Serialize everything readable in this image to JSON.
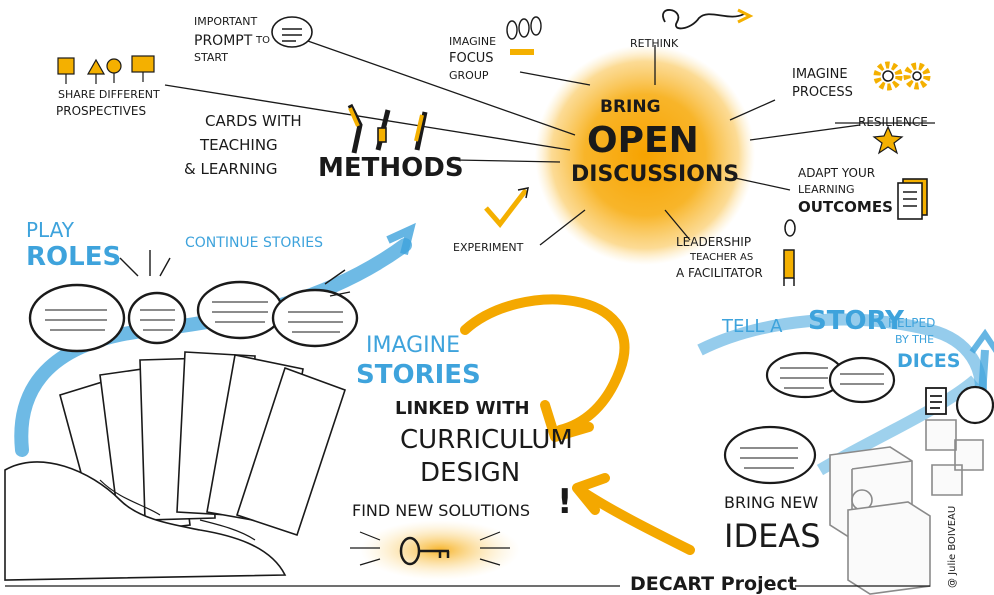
{
  "center": {
    "bring": "BRING",
    "open": "OPEN",
    "discussions": "DISCUSSIONS"
  },
  "spokes": {
    "important_prompt": [
      "IMPORTANT",
      "PROMPT",
      "TO",
      "START"
    ],
    "share": [
      "SHARE DIFFERENT",
      "PROSPECTIVES"
    ],
    "imagine_focus": [
      "IMAGINE",
      "FOCUS",
      "GROUP"
    ],
    "rethink": "RETHINK",
    "imagine_process": [
      "IMAGINE",
      "PROCESS"
    ],
    "resilience": "RESILIENCE",
    "adapt": [
      "ADAPT YOUR",
      "LEARNING",
      "OUTCOMES"
    ],
    "leadership": [
      "LEADERSHIP",
      "TEACHER AS",
      "A FACILITATOR"
    ],
    "experiment": "EXPERIMENT",
    "cards": [
      "CARDS WITH",
      "TEACHING",
      "& LEARNING",
      "METHODS"
    ]
  },
  "left": {
    "play": "PLAY",
    "roles": "ROLES",
    "continue": "CONTINUE STORIES"
  },
  "middle": {
    "imagine": "IMAGINE",
    "stories": "STORIES",
    "linked": "LINKED WITH",
    "curriculum": "CURRICULUM",
    "design": "DESIGN",
    "find": "FIND NEW SOLUTIONS",
    "exclaim": "!"
  },
  "right": {
    "tell": "TELL A",
    "story": "STORY",
    "helped": "HELPED",
    "by_the": "BY THE",
    "dices": "DICES",
    "bring_new": "BRING NEW",
    "ideas": "IDEAS"
  },
  "footer": {
    "project": "DECART Project",
    "signature": "@ Julie BOIVEAU"
  },
  "colors": {
    "blue": "#3ea3dc",
    "orange": "#f5a800",
    "ink": "#1a1a1a"
  }
}
